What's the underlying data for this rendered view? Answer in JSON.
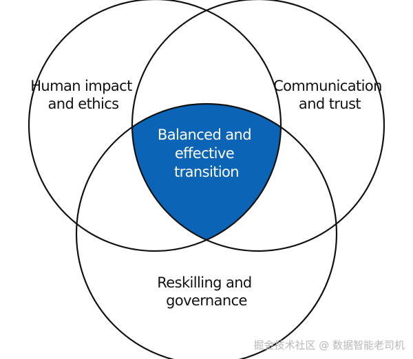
{
  "diagram": {
    "type": "venn",
    "center_color": "#0b64b5",
    "outline_color": "#111111",
    "sets": [
      {
        "id": "left",
        "lines": [
          "Human impact",
          "and ethics"
        ]
      },
      {
        "id": "right",
        "lines": [
          "Communication",
          "and trust"
        ]
      },
      {
        "id": "bottom",
        "lines": [
          "Reskilling and",
          "governance"
        ]
      }
    ],
    "intersection": {
      "lines": [
        "Balanced and",
        "effective",
        "transition"
      ]
    }
  },
  "watermark": "掘金技术社区 @ 数据智能老司机"
}
